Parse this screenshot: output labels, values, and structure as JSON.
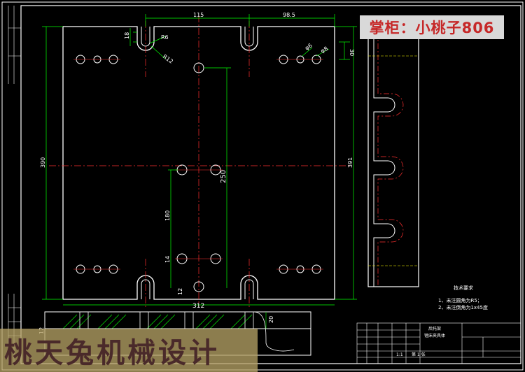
{
  "drawing": {
    "dimensions": {
      "top_left_width": "115",
      "top_right_width": "98.5",
      "slot_depth": "18",
      "slot_radius": "R6",
      "slot_outer_radius": "R12",
      "hole_dim_a": "φ6",
      "hole_dim_b": "φ8",
      "edge_offset": "30",
      "left_height": "390",
      "right_height": "391",
      "center_vertical": "250",
      "lower_vertical": "180",
      "lower_small": "14",
      "corner_small": "12",
      "bottom_width": "312",
      "side_20": "20",
      "section_12": "12"
    },
    "notes": {
      "title": "技术要求",
      "item1": "1、未注圆角为R5；",
      "item2": "2、未注倒角为1x45度"
    },
    "title_block": {
      "part_name": "后托架",
      "assembly": "镗床夹具体",
      "scale": "1:1",
      "sheet": "第 1 张"
    }
  },
  "overlays": {
    "shop_badge": "掌柜：小桃子806",
    "watermark": "桃天兔机械设计"
  },
  "colors": {
    "outline": "#ffffff",
    "dimension": "#00ff00",
    "centerline": "#ff3030",
    "hidden": "#ffff00",
    "hatch": "#00ff00",
    "badge_text": "#c62828"
  }
}
